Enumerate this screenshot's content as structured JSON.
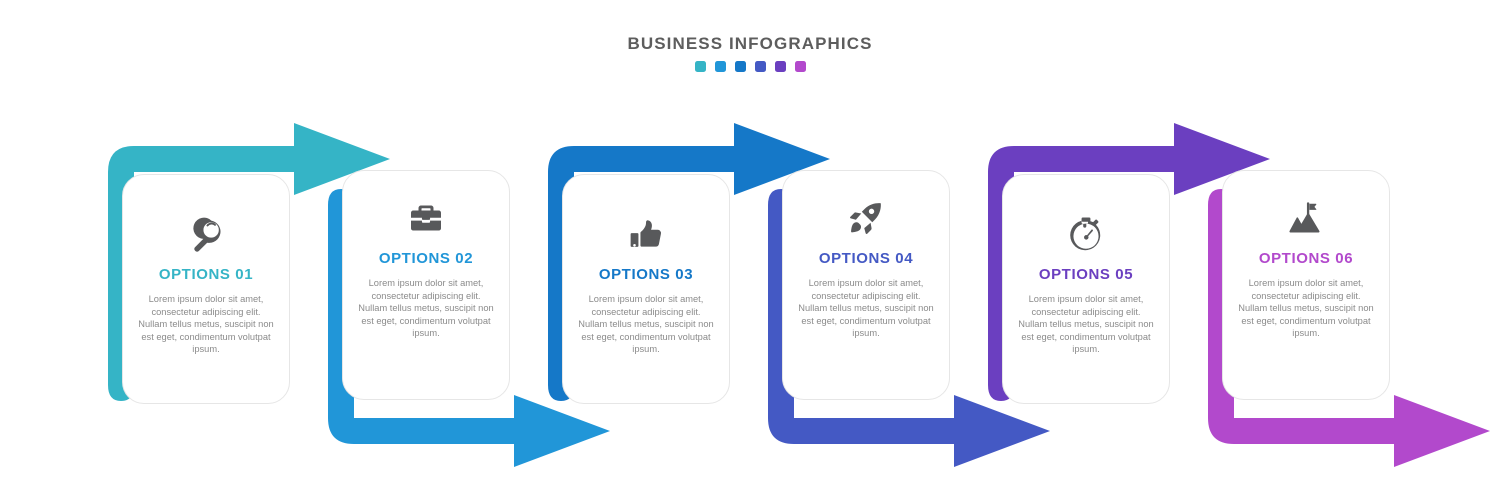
{
  "header": {
    "title": "BUSINESS INFOGRAPHICS",
    "dots": [
      "#35b4c6",
      "#2196d8",
      "#1578c8",
      "#4459c4",
      "#6b3fc0",
      "#b249cc"
    ]
  },
  "steps": [
    {
      "title": "OPTIONS 01",
      "desc": "Lorem ipsum dolor sit amet, consectetur adipiscing elit. Nullam tellus metus, suscipit non est eget, condimentum volutpat ipsum.",
      "color": "#35b4c6",
      "icon": "magnifier-icon",
      "arrow": "top"
    },
    {
      "title": "OPTIONS 02",
      "desc": "Lorem ipsum dolor sit amet, consectetur adipiscing elit. Nullam tellus metus, suscipit non est eget, condimentum volutpat ipsum.",
      "color": "#2196d8",
      "icon": "briefcase-icon",
      "arrow": "bottom"
    },
    {
      "title": "OPTIONS 03",
      "desc": "Lorem ipsum dolor sit amet, consectetur adipiscing elit. Nullam tellus metus, suscipit non est eget, condimentum volutpat ipsum.",
      "color": "#1578c8",
      "icon": "thumbs-up-icon",
      "arrow": "top"
    },
    {
      "title": "OPTIONS 04",
      "desc": "Lorem ipsum dolor sit amet, consectetur adipiscing elit. Nullam tellus metus, suscipit non est eget, condimentum volutpat ipsum.",
      "color": "#4459c4",
      "icon": "rocket-icon",
      "arrow": "bottom"
    },
    {
      "title": "OPTIONS 05",
      "desc": "Lorem ipsum dolor sit amet, consectetur adipiscing elit. Nullam tellus metus, suscipit non est eget, condimentum volutpat ipsum.",
      "color": "#6b3fc0",
      "icon": "stopwatch-icon",
      "arrow": "top"
    },
    {
      "title": "OPTIONS 06",
      "desc": "Lorem ipsum dolor sit amet, consectetur adipiscing elit. Nullam tellus metus, suscipit non est eget, condimentum volutpat ipsum.",
      "color": "#b249cc",
      "icon": "mountain-flag-icon",
      "arrow": "bottom"
    }
  ]
}
